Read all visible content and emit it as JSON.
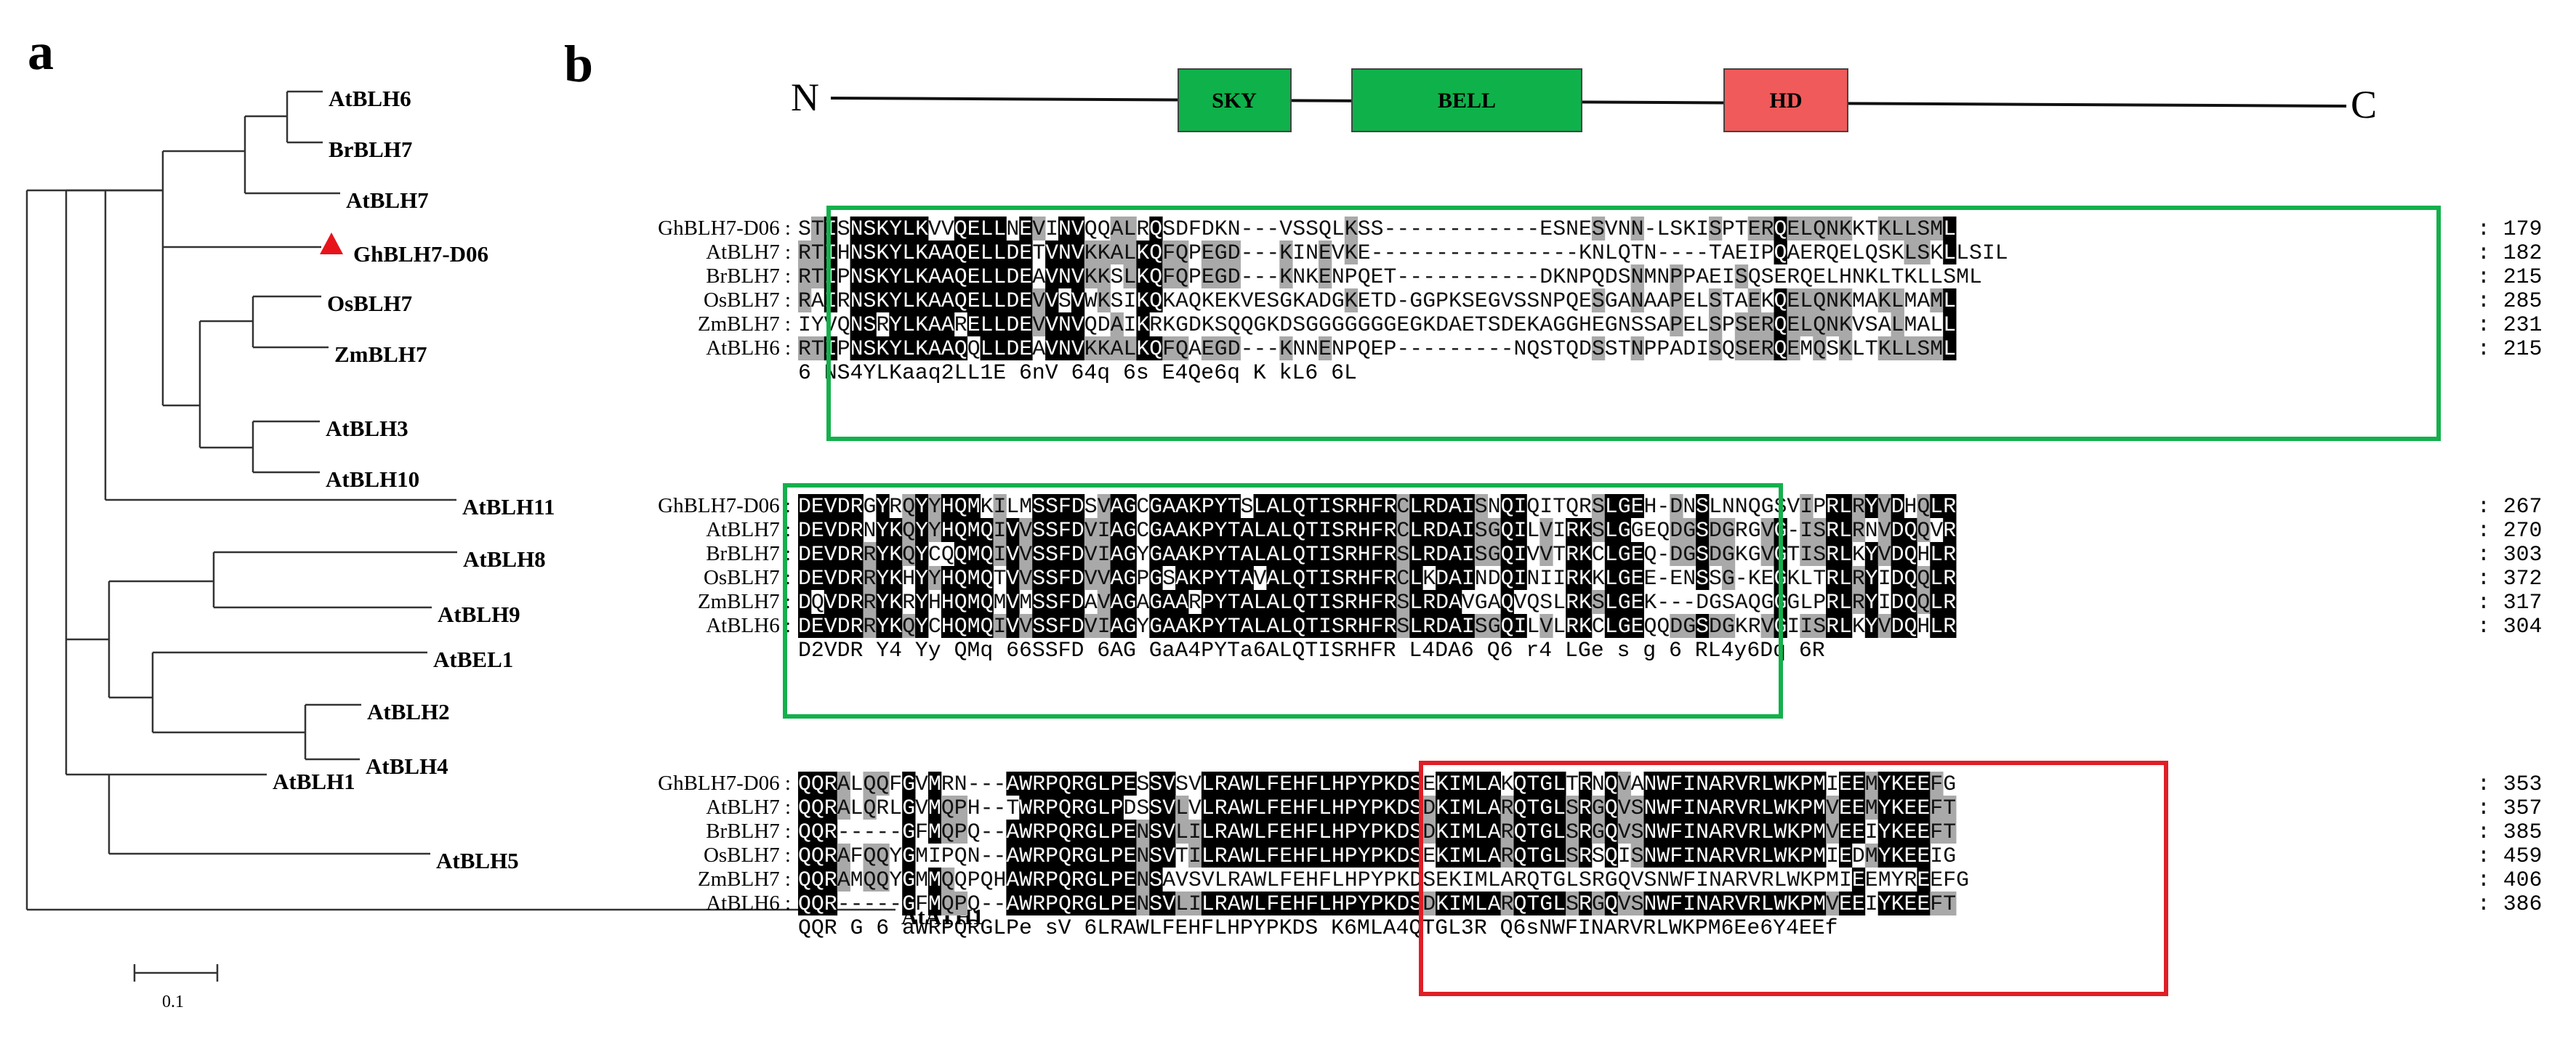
{
  "panels": {
    "a": "a",
    "b": "b"
  },
  "tree": {
    "leaves": [
      "AtBLH6",
      "BrBLH7",
      "AtBLH7",
      "GhBLH7-D06",
      "OsBLH7",
      "ZmBLH7",
      "AtBLH3",
      "AtBLH10",
      "AtBLH11",
      "AtBLH8",
      "AtBLH9",
      "AtBEL1",
      "AtBLH2",
      "AtBLH4",
      "AtBLH1",
      "AtBLH5",
      "AtATH1"
    ],
    "highlight": "GhBLH7-D06",
    "highlight_color": "#e8141c",
    "scale_label": "0.1"
  },
  "domain_map": {
    "n_label": "N",
    "c_label": "C",
    "domains": [
      {
        "label": "SKY",
        "color": "#0fb14a"
      },
      {
        "label": "BELL",
        "color": "#0fb14a"
      },
      {
        "label": "HD",
        "color": "#f05a5a"
      }
    ]
  },
  "colors": {
    "identical": "#000000",
    "similar": "#a9a9a9",
    "green_box": "#14b04c",
    "red_box": "#e01e26"
  },
  "alignment": {
    "names": [
      "GhBLH7-D06",
      "AtBLH7",
      "BrBLH7",
      "OsBLH7",
      "ZmBLH7",
      "AtBLH6"
    ],
    "blocks": [
      {
        "rows": [
          "STISNSKYLKVVQELLNEVINVQQALRQSDFDKN---VSSQLKSS------------ESNESVNN-LSKISPTERQELQNKKTKLLSML",
          "RTIHNSKYLKAAQELLDETVNVKKALKQFQPEGD---KINEVKE----------------KNLQTN----TAEIPQAERQELQSKLSKLLSIL",
          "RTIPNSKYLKAAQELLDEAVNVKKSLKQFQPEGD---KNKENPQET-----------DKNPQDSNMNPPAEISQSERQELHNKLTKLLSML",
          "RAIRNSKYLKAAQELLDEVVSVWKSIKQKAQKEKVESGKADGKETD-GGPKSEGVSSNPQESGANAAPELSTAEKQELQNKMAKLMAML",
          "IYVQNSRYLKAARELLDEVVNVQDAIKRKGDKSQQGKDSGGGGGGGEGKDAETSDEKAGGHEGNSSAPELSPSERQELQNKVSALMALL",
          "RTIPNSKYLKAAQQLLDEAVNVKKALKQFQAEGD---KNNENPQEP---------NQSTQDSSTNPPADISQSERQEMQSKLTKLLSML"
        ],
        "consensus": "6 NS4YLKaaq2LL1E 6nV   64q                                      6s  E4Qe6q K  kL6 6L",
        "end_numbers": [
          "179",
          "182",
          "215",
          "285",
          "231",
          "215"
        ]
      },
      {
        "rows": [
          "DEVDRGYRQYYHQMKILMSSFDSVAGCGAAKPYTSLALQTISRHFRCLRDAISNQIQITQRSLGEH-DNSLNNQGSVIPRLRYVDHQLR",
          "DEVDRNYKQYYHQMQIVVSSFDVIAGCGAAKPYTALALQTISRHFRCLRDAISGQILVIRKSLGGEQDGSDGRGVG-ISRLRNVDQQVR",
          "DEVDRRYKQYCQQMQIVVSSFDVIAGYGAAKPYTALALQTISRHFRSLRDAISGQIVVTRKCLGEQ-DGSDGKGVGTISRLKYVDQHLR",
          "DEVDRRYKHYYHQMQTVVSSFDVVAGPGSAKPYTAVALQTISRHFRCLKDAINDQINIIRKKLGEE-ENSSG-KEGKLTRLRYIDQQLR",
          "DQVDRRYKRYHHQMQMVMSSFDAVAGAGAARPYTALALQTISRHFRSLRDAVGAQVQSLRKSLGEK---DGSAQGGGLPRLRYIDQQLR",
          "DEVDRRYKQYCHQMQIVVSSFDVIAGYGAAKPYTALALQTISRHFRSLRDAISGQILVLRKCLGEQQDGSDGKRVGIISRLKYVDQHLR"
        ],
        "consensus": "D2VDR Y4 Yy QMq 66SSFD 6AG GaA4PYTa6ALQTISRHFR L4DA6  Q6    r4 LGe     s      g 6 RL4y6Dq 6R",
        "end_numbers": [
          "267",
          "270",
          "303",
          "372",
          "317",
          "304"
        ]
      },
      {
        "rows": [
          "QQRALQQFGVMRN---AWRPQRGLPESSVSVLRAWLFEHFLHPYPKDSEKIMLAKQTGLTRNQVANWFINARVRLWKPMIEEMYKEEFG",
          "QQRALQRLGVMQPH--TWRPQRGLPDSSVLVLRAWLFEHFLHPYPKDSDKIMLARQTGLSRGQVSNWFINARVRLWKPMVEEMYKEEFT",
          "QQR-----GFMQPQ--AWRPQRGLPENSVLILRAWLFEHFLHPYPKDSDKIMLARQTGLSRGQVSNWFINARVRLWKPMVEEIYKEEFT",
          "QQRAFQQYGMIPQN--AWRPQRGLPENSVTILRAWLFEHFLHPYPKDSEKIMLARQTGLSRSQISNWFINARVRLWKPMIEDMYKEEIG",
          "QQRAMQQYGMMQQPQHAWRPQRGLPENSAVSVLRAWLFEHFLHPYPKDSEKIMLARQTGLSRGQVSNWFINARVRLWKPMIEEMYREEFG",
          "QQR-----GFMQPQ--AWRPQRGLPENSVLILRAWLFEHFLHPYPKDSDKIMLARQTGLSRGQVSNWFINARVRLWKPMVEEIYKEEFT"
        ],
        "consensus": "QQR     G 6       aWRPQRGLPe  sV  6LRAWLFEHFLHPYPKDS  K6MLA4QTGL3R  Q6sNWFINARVRLWKPM6Ee6Y4EEf",
        "end_numbers": [
          "353",
          "357",
          "385",
          "459",
          "406",
          "386"
        ]
      }
    ]
  }
}
